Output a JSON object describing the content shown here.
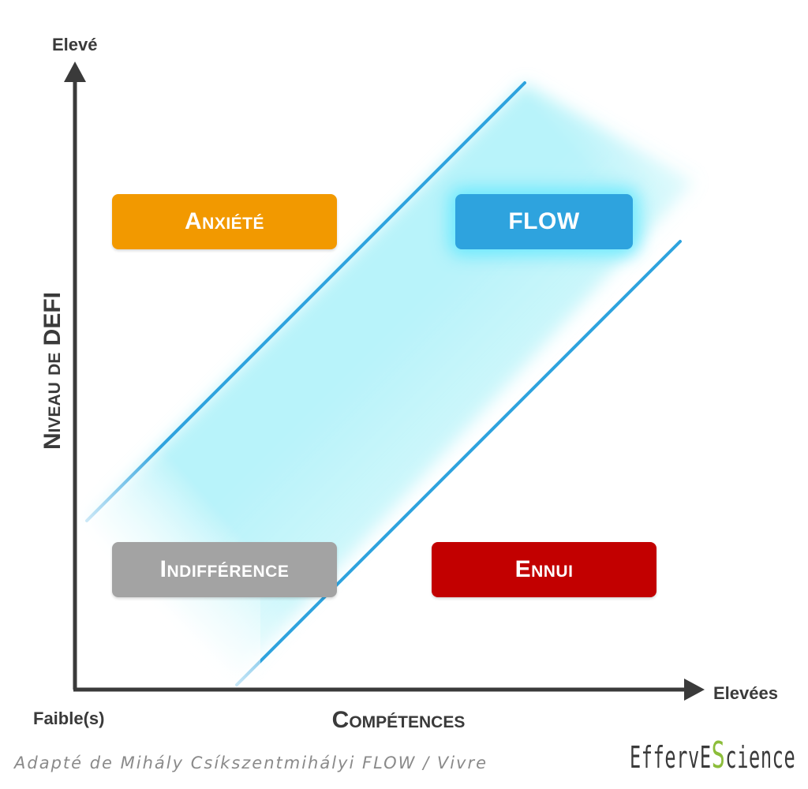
{
  "axes": {
    "y_high_label": "Elevé",
    "x_low_label": "Faible(s)",
    "x_high_label": "Elevées",
    "y_title": "Niveau de DEFI",
    "x_title": "Compétences"
  },
  "zones": {
    "anxiety": "Anxiété",
    "flow": "FLOW",
    "indifference": "Indifférence",
    "boredom": "Ennui"
  },
  "colors": {
    "anxiety": "#f29900",
    "flow": "#2ea3de",
    "indifference": "#a3a3a3",
    "boredom": "#c20000",
    "axis": "#3a3a3a",
    "flow_band": "#7ee9f5",
    "flow_line": "#2ea3de",
    "brand_accent": "#8cbd3a"
  },
  "footer": {
    "source": "Adapté de Mihály Csíkszentmihályi FLOW / Vivre",
    "brand_part1": "EffervE",
    "brand_accent": "S",
    "brand_part2": "cience"
  }
}
